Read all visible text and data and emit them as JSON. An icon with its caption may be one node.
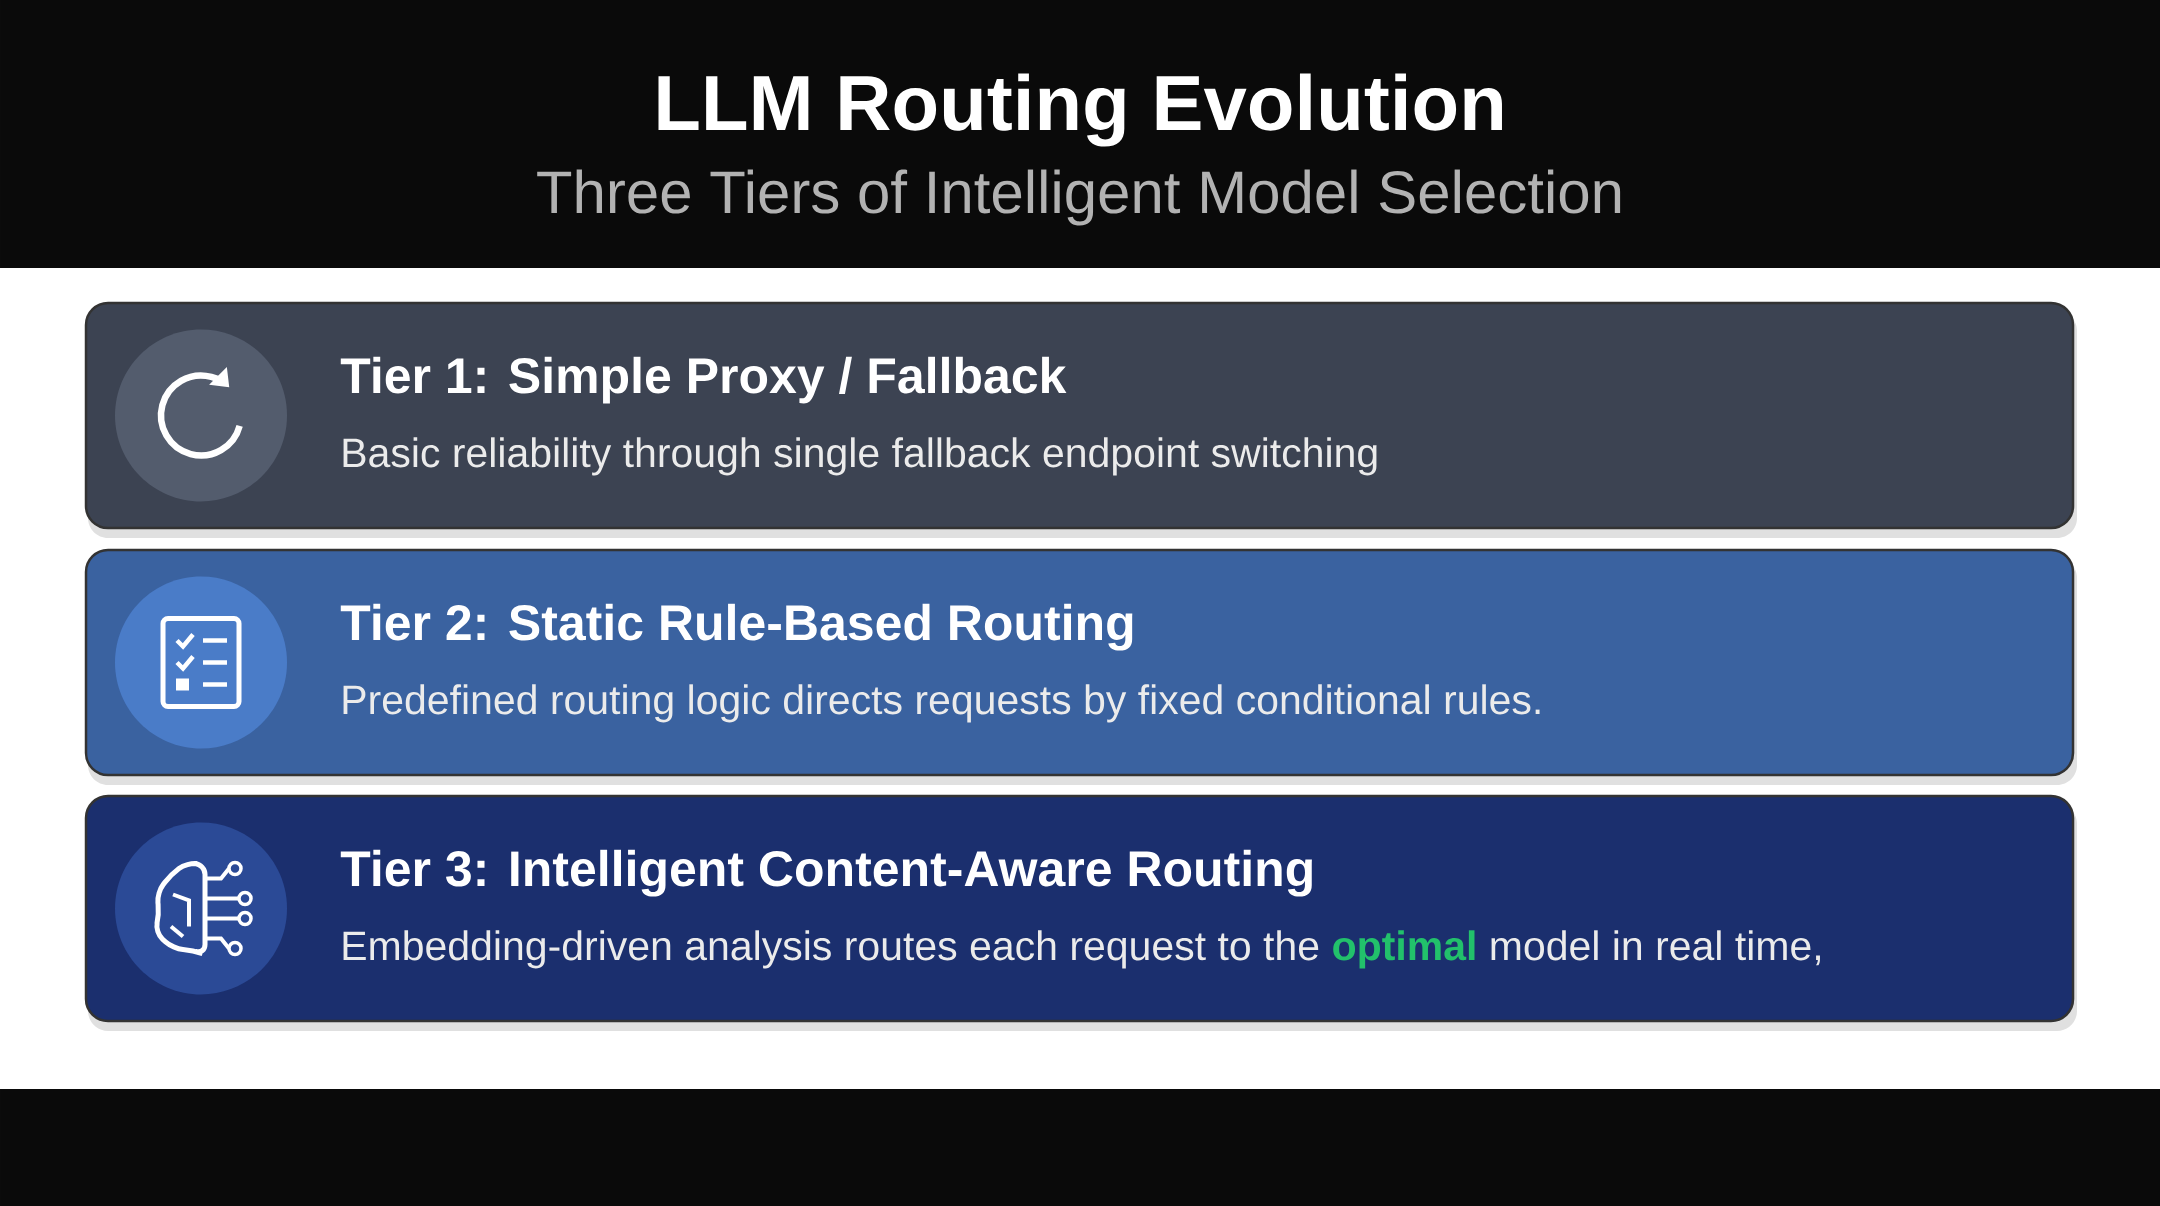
{
  "diagram": {
    "title": "LLM Routing Evolution",
    "nodes": [
      {
        "text": [
          "Tier 1: Simple Proxy / Fallback",
          "Basic reliability through single fallback endpoint switching"
        ]
      },
      {
        "text": [
          "Tier 2: Static Rule-Based Routing",
          "Predefined routing logic directs requests by fixed conditional rules."
        ]
      },
      {
        "text": [
          "Tier 3: Intelligent Content-Aware Routing",
          "Embedding-driven analysis routes each request to the **optimal** model in real time,"
        ]
      }
    ],
    "labels": [
      "Three Tiers of Intelligent Model Selection"
    ]
  }
}
